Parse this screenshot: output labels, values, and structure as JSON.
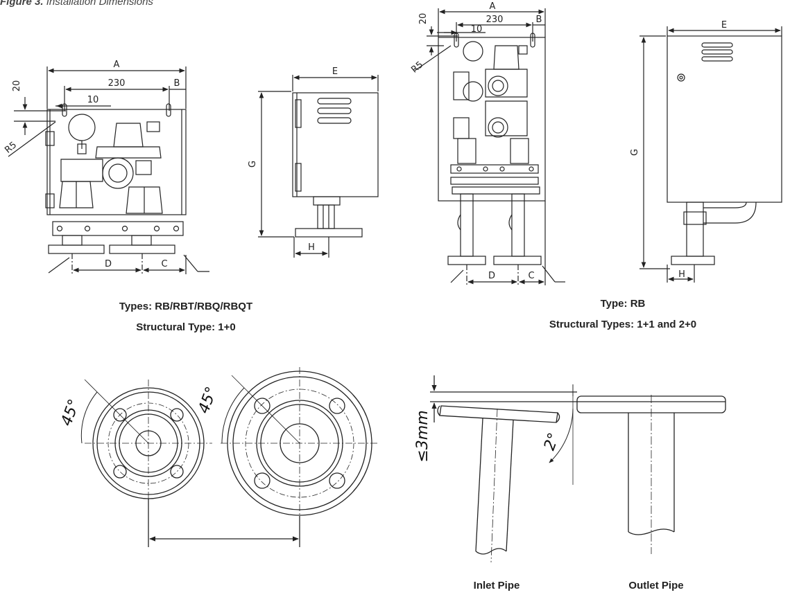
{
  "figure": {
    "label": "Figure 3.",
    "title": "Installation Dimensions"
  },
  "view1": {
    "dims": {
      "a": "A",
      "w230": "230",
      "b": "B",
      "d20": "20",
      "d10": "10",
      "r5": "R5",
      "d": "D",
      "c": "C"
    },
    "caption_types": "Types: RB/RBT/RBQ/RBQT",
    "caption_struct": "Structural Type: 1+0"
  },
  "view2": {
    "dims": {
      "e": "E",
      "g": "G",
      "h": "H"
    }
  },
  "view3": {
    "dims": {
      "a": "A",
      "w230": "230",
      "b": "B",
      "d20": "20",
      "d10": "10",
      "r5": "R5",
      "d": "D",
      "c": "C"
    },
    "caption_type": "Type: RB",
    "caption_struct": "Structural Types: 1+1 and 2+0"
  },
  "view4": {
    "dims": {
      "e": "E",
      "g": "G",
      "h": "H"
    }
  },
  "flanges": {
    "angle_left": "45°",
    "angle_right": "45°"
  },
  "pipes": {
    "gap": "≤3mm",
    "tilt": "2°",
    "inlet_label": "Inlet Pipe",
    "outlet_label": "Outlet Pipe"
  }
}
